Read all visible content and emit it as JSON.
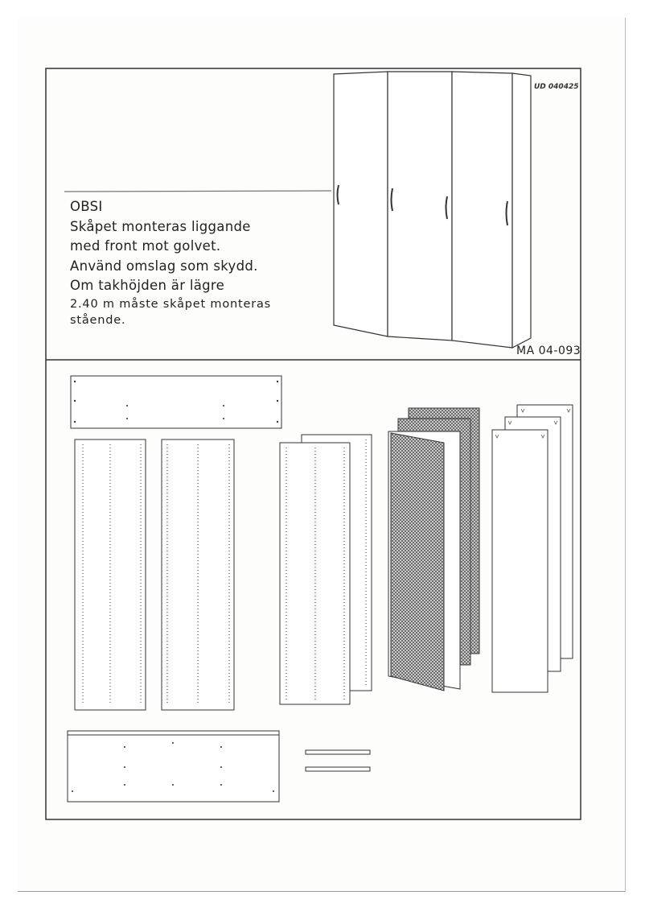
{
  "document": {
    "ud_code": "UD 040425",
    "ma_code": "MA 04-093",
    "note": {
      "heading": "OBSI",
      "lines": [
        "Skåpet monteras liggande",
        "med front mot golvet.",
        "Använd omslag som skydd.",
        "Om takhöjden är lägre",
        "2.40 m måste skåpet monteras",
        "stående."
      ]
    },
    "colors": {
      "line": "#333333",
      "paper": "#fdfdfb"
    }
  }
}
